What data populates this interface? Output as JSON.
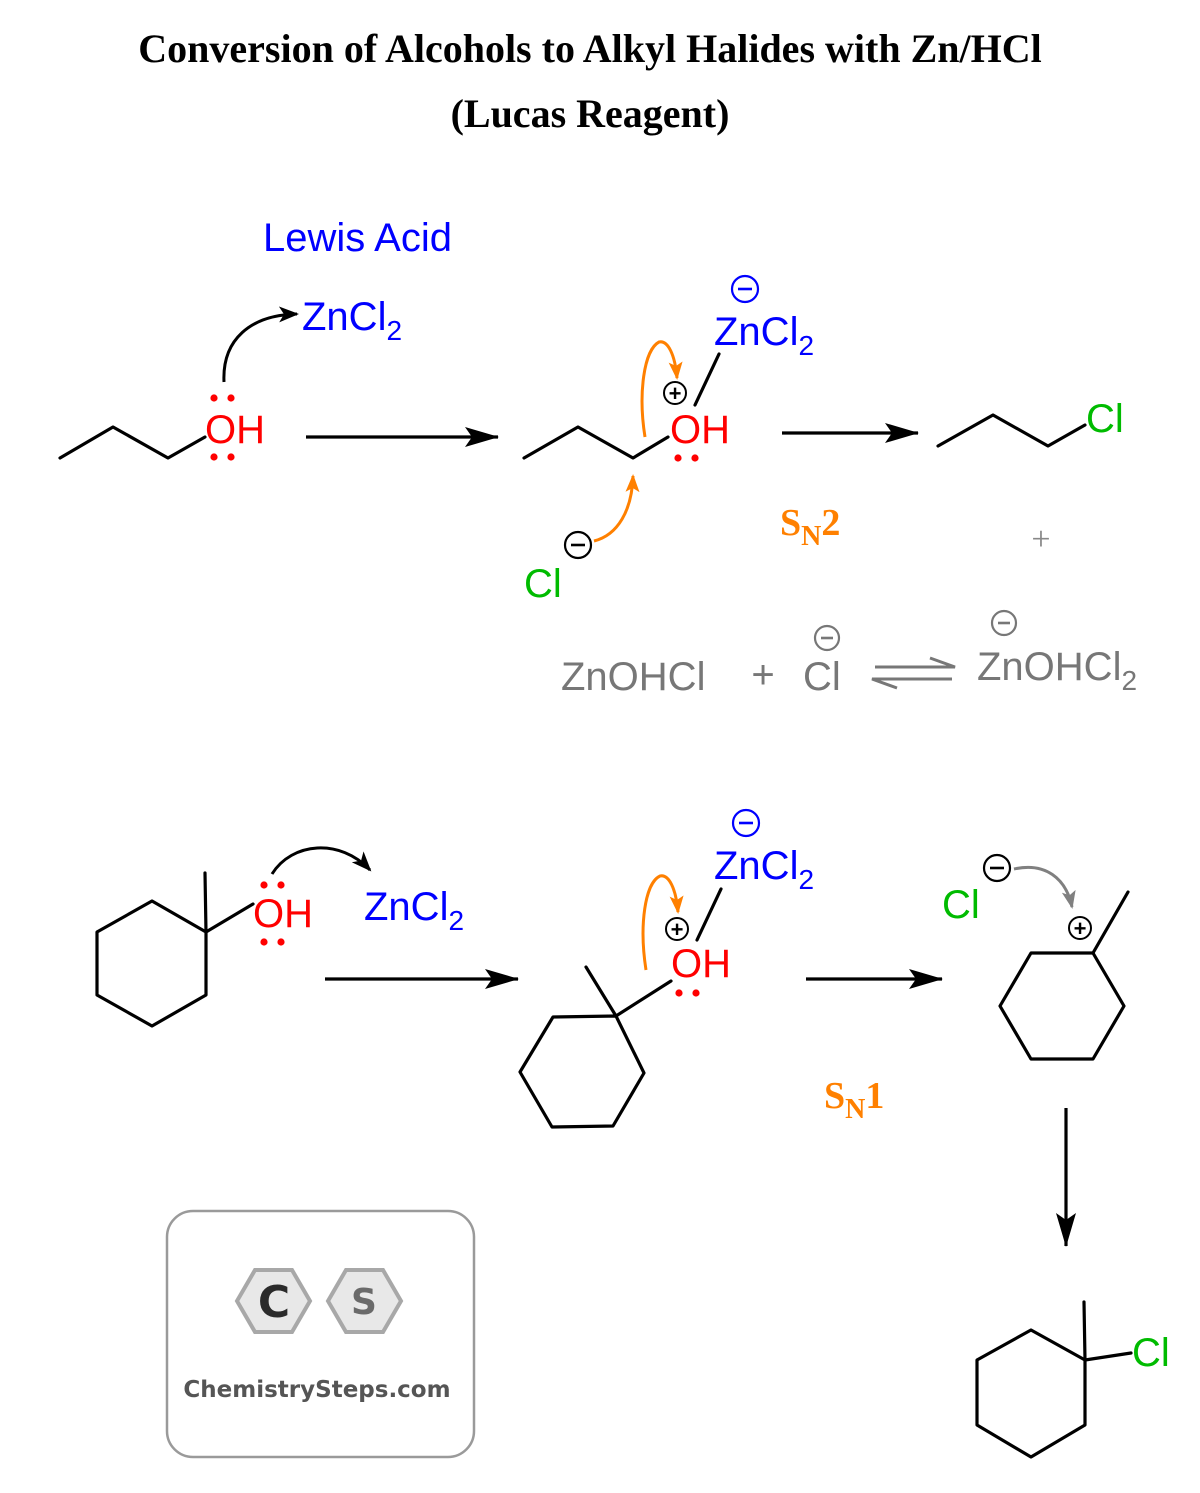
{
  "title": {
    "line1": "Conversion of Alcohols to Alkyl Halides with Zn/HCl",
    "line2": "(Lucas Reagent)"
  },
  "colors": {
    "oxygen": "#ff0000",
    "zinc_chloride": "#0000ff",
    "chloride": "#00bb00",
    "mechanism": "#ff8000",
    "side_reaction": "#777777",
    "bond": "#000000"
  },
  "labels": {
    "lewis_acid": "Lewis Acid",
    "oh": "OH",
    "zncl": "ZnCl",
    "sub_2": "2",
    "cl": "Cl",
    "plus": "+",
    "plus_charge": "+",
    "minus_charge": "−",
    "zno_hcl": "ZnOHCl",
    "zno_hcl2": "ZnOHCl",
    "sn": "S",
    "sn_sub": "N",
    "sn2_num": "2",
    "sn1_num": "1"
  },
  "logo": {
    "letter_c": "C",
    "letter_s": "S",
    "site": "ChemistrySteps.com"
  }
}
